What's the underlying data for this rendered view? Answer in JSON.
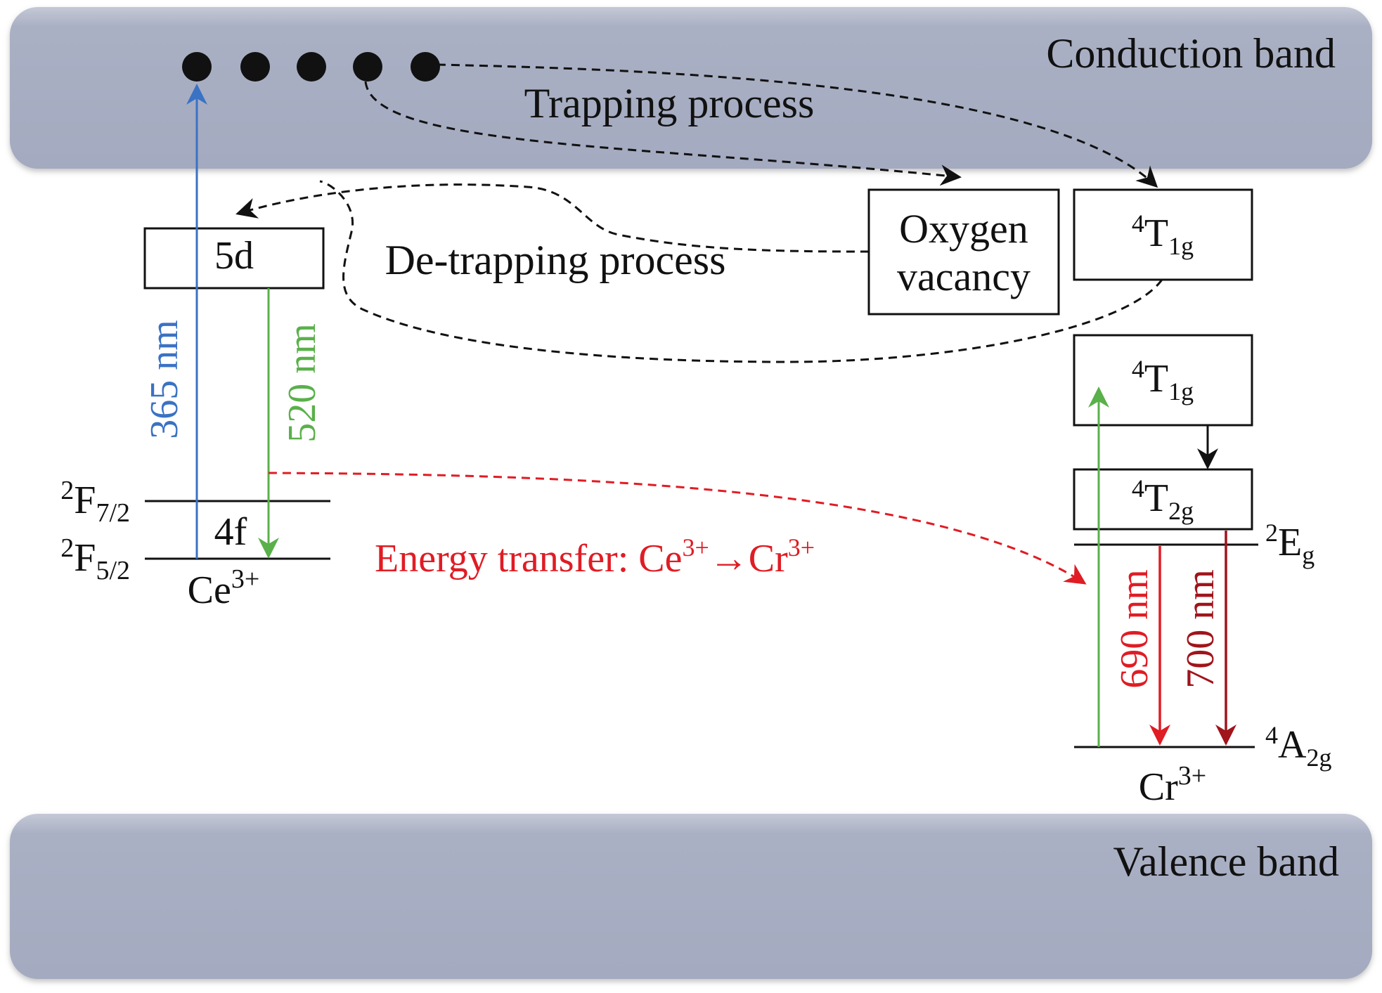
{
  "bands": {
    "conduction": "Conduction band",
    "valence": "Valence band"
  },
  "processes": {
    "trapping": "Trapping process",
    "detrapping": "De-trapping process",
    "energy_transfer": {
      "prefix": "Energy transfer: Ce",
      "sup1": "3+",
      "arrow": "→Cr",
      "sup2": "3+"
    }
  },
  "ce": {
    "ion": "Ce",
    "ion_sup": "3+",
    "box_5d": "5d",
    "label_4f": "4f",
    "f72": {
      "sup": "2",
      "base": "F",
      "sub": "7/2"
    },
    "f52": {
      "sup": "2",
      "base": "F",
      "sub": "5/2"
    },
    "excitation": "365 nm",
    "emission": "520 nm"
  },
  "defect": {
    "line1": "Oxygen",
    "line2": "vacancy"
  },
  "cr": {
    "ion": "Cr",
    "ion_sup": "3+",
    "t1g_upper": {
      "sup": "4",
      "base": "T",
      "sub": "1g"
    },
    "t1g_lower": {
      "sup": "4",
      "base": "T",
      "sub": "1g"
    },
    "t2g": {
      "sup": "4",
      "base": "T",
      "sub": "2g"
    },
    "eg": {
      "sup": "2",
      "base": "E",
      "sub": "g"
    },
    "a2g": {
      "sup": "4",
      "base": "A",
      "sub": "2g"
    },
    "emission1": "690 nm",
    "emission2": "700 nm"
  },
  "colors": {
    "band_fill": "#a9aec3",
    "blue": "#3a72c4",
    "green": "#5ab04a",
    "red": "#e01c24",
    "dark_red": "#a0141b",
    "black": "#111111"
  }
}
